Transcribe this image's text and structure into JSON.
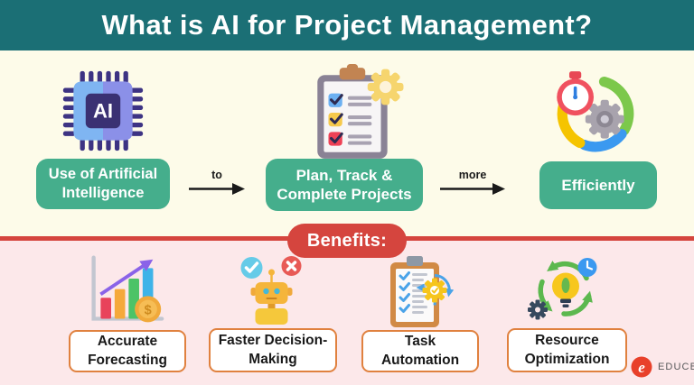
{
  "page": {
    "title": "What is AI for Project Management?"
  },
  "colors": {
    "banner_bg": "#1b6f75",
    "top_bg": "#fdfbe9",
    "bottom_bg": "#fce8ea",
    "pill_green": "#45ae8c",
    "accent_red": "#d5453e",
    "box_orange": "#e0813f",
    "arrow_black": "#1a1a1a"
  },
  "flow": {
    "steps": [
      {
        "label": "Use of Artificial\nIntelligence",
        "icon": "ai-chip-icon",
        "icon_text": "AI"
      },
      {
        "label": "Plan, Track &\nComplete Projects",
        "icon": "clipboard-checklist-icon"
      },
      {
        "label": "Efficiently",
        "icon": "stopwatch-gear-icon"
      }
    ],
    "connectors": [
      {
        "label": "to"
      },
      {
        "label": "more"
      }
    ]
  },
  "benefits": {
    "heading": "Benefits:",
    "items": [
      {
        "label": "Accurate\nForecasting",
        "icon": "growth-chart-coin-icon",
        "icon_text": "$"
      },
      {
        "label": "Faster Decision-\nMaking",
        "icon": "robot-decision-icon"
      },
      {
        "label": "Task\nAutomation",
        "icon": "task-clipboard-gear-icon"
      },
      {
        "label": "Resource\nOptimization",
        "icon": "resource-cycle-bulb-icon"
      }
    ]
  },
  "footer": {
    "brand": "EDUCBA",
    "logo_letter": "e"
  }
}
